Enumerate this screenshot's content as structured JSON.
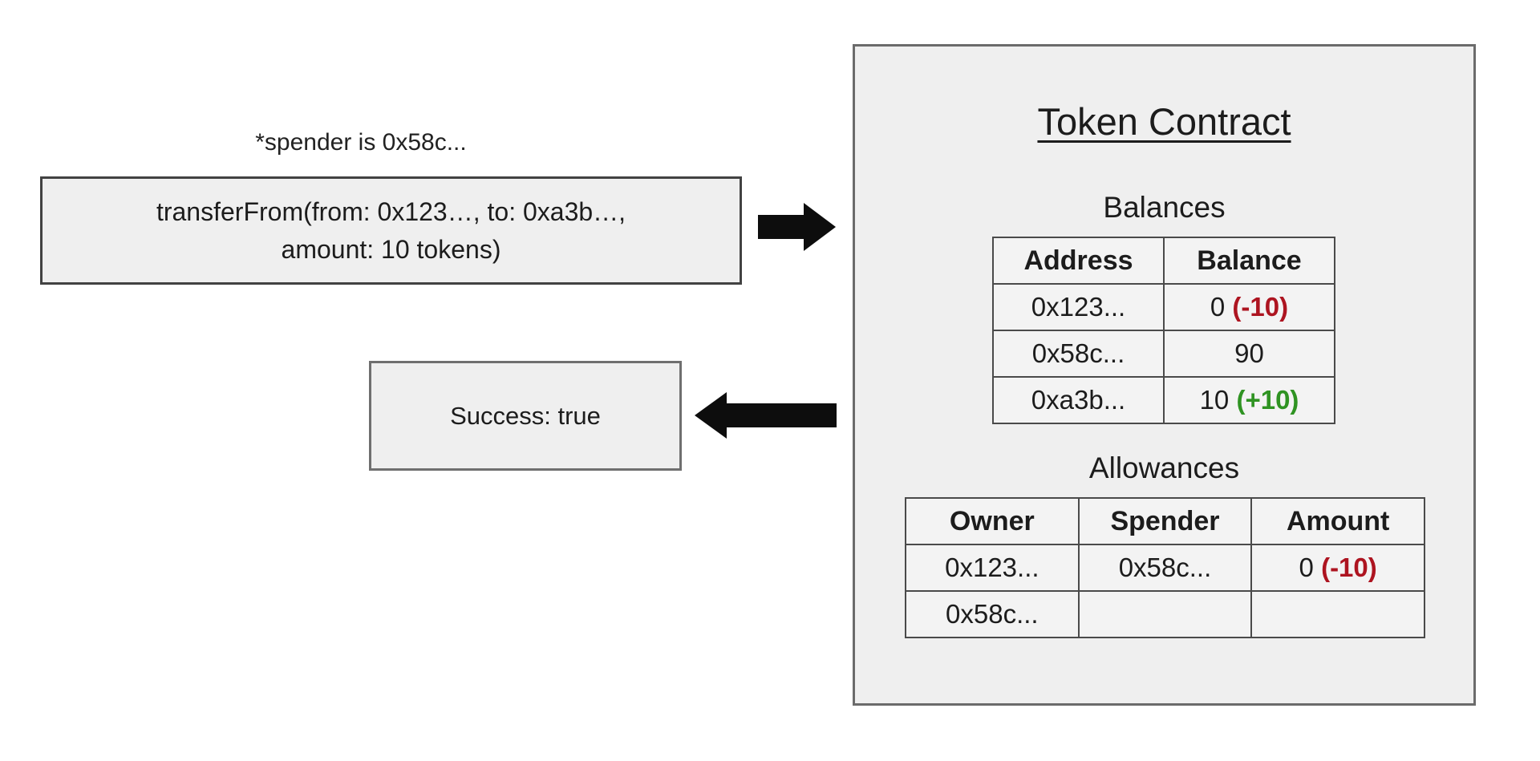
{
  "note": "*spender is 0x58c...",
  "request_box": {
    "line1": "transferFrom(from: 0x123…, to: 0xa3b…,",
    "line2": "amount: 10 tokens)"
  },
  "response_box": {
    "label": "Success: true"
  },
  "arrows": {
    "color": "#0d0d0d"
  },
  "contract": {
    "title": "Token Contract",
    "balances": {
      "heading": "Balances",
      "columns": [
        "Address",
        "Balance"
      ],
      "rows": [
        {
          "address": "0x123...",
          "balance": "0",
          "delta": "(-10)",
          "delta_color": "#ad1420"
        },
        {
          "address": "0x58c...",
          "balance": "90",
          "delta": "",
          "delta_color": ""
        },
        {
          "address": "0xa3b...",
          "balance": "10",
          "delta": "(+10)",
          "delta_color": "#2f9322"
        }
      ]
    },
    "allowances": {
      "heading": "Allowances",
      "columns": [
        "Owner",
        "Spender",
        "Amount"
      ],
      "rows": [
        {
          "owner": "0x123...",
          "spender": "0x58c...",
          "amount": "0",
          "delta": "(-10)",
          "delta_color": "#ad1420"
        },
        {
          "owner": "0x58c...",
          "spender": "",
          "amount": "",
          "delta": "",
          "delta_color": ""
        }
      ]
    }
  },
  "status_colors": {
    "negative": "#ad1420",
    "positive": "#2f9322"
  }
}
